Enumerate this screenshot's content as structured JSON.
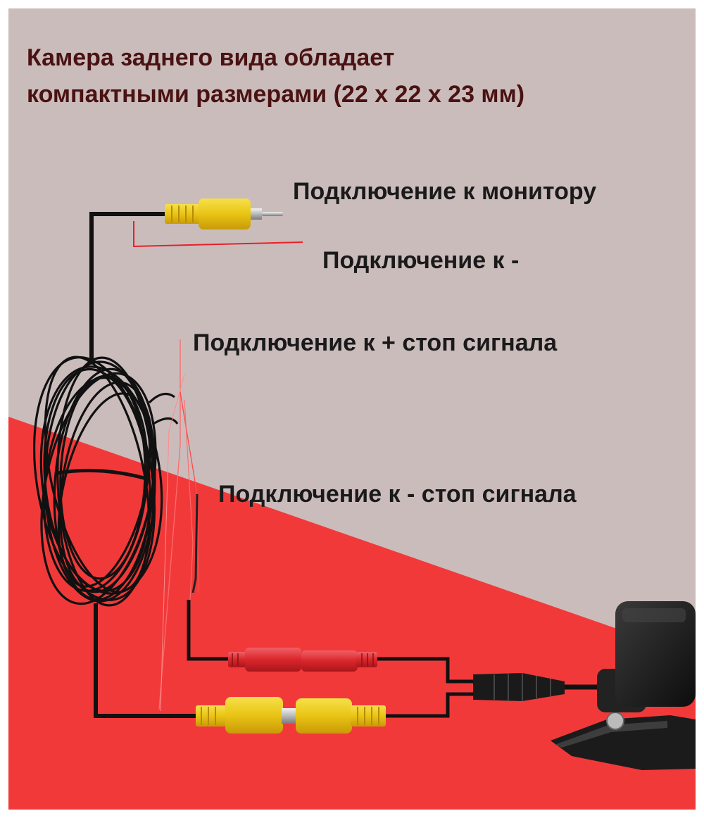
{
  "title": "Камера заднего вида  обладает\nкомпактными размерами (22 х 22 х 23 мм)",
  "labels": {
    "monitor": "Подключение к монитору",
    "minus": "Подключение к -",
    "stop_plus": "Подключение к + стоп сигнала",
    "stop_minus": "Подключение к - стоп сигнала"
  },
  "colors": {
    "background_top": "#cbbcbc",
    "background_bottom": "#f2393a",
    "title_text": "#4a1212",
    "label_text": "#1a1a1a",
    "rca_yellow": "#f2d21a",
    "rca_red": "#d9262b",
    "cable_black": "#111111",
    "wire_red": "#e8202a"
  },
  "icons": {
    "camera": "rear-view-camera-icon",
    "cable_coil": "cable-coil-icon",
    "video_plug": "rca-plug-yellow-icon",
    "power_plug": "rca-plug-red-icon"
  }
}
